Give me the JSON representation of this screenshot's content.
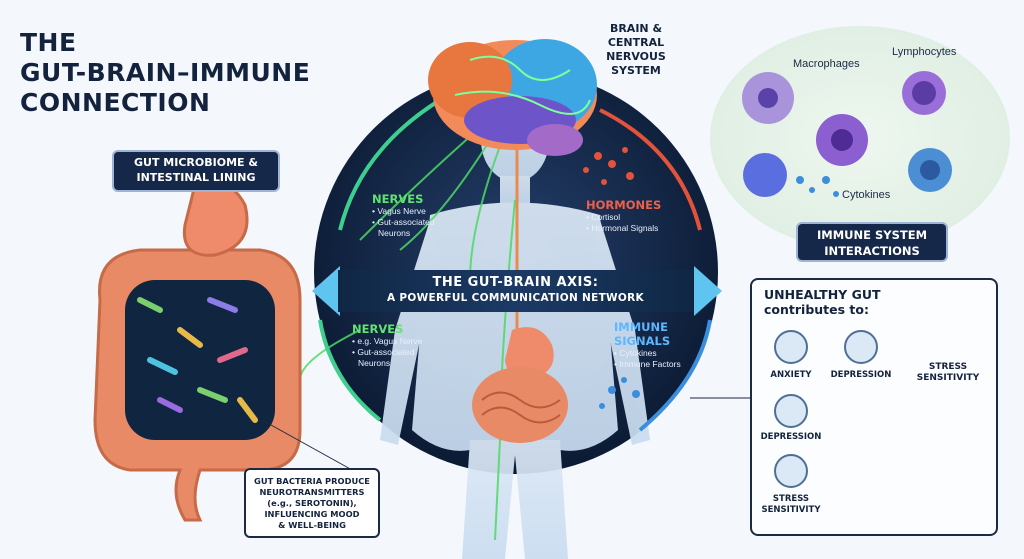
{
  "title": {
    "line1": "THE",
    "line2": "GUT-BRAIN–IMMUNE",
    "line3": "CONNECTION"
  },
  "gut_label": {
    "line1": "GUT MICROBIOME &",
    "line2": "INTESTINAL LINING"
  },
  "brain_label": {
    "line1": "BRAIN &",
    "line2": "CENTRAL",
    "line3": "NERVOUS",
    "line4": "SYSTEM"
  },
  "immune_cells": {
    "macrophages": "Macrophages",
    "lymphocytes": "Lymphocytes",
    "cytokines": "Cytokines"
  },
  "immune_label": {
    "line1": "IMMUNE SYSTEM",
    "line2": "INTERACTIONS"
  },
  "upper_nerves": {
    "title": "NERVES",
    "items": [
      "• Vagus Nerve",
      "• Gut-associated",
      "Neurons"
    ]
  },
  "hormones": {
    "title": "HORMONES",
    "items": [
      "• Cortisol",
      "• Hormonal Signals"
    ]
  },
  "axis": {
    "title": "THE GUT-BRAIN AXIS:",
    "subtitle": "A POWERFUL COMMUNICATION NETWORK"
  },
  "lower_nerves": {
    "title": "NERVES",
    "items": [
      "• e.g. Vagus Nerve",
      "• Gut-associated",
      "Neurons"
    ]
  },
  "immune_signals": {
    "title1": "IMMUNE",
    "title2": "SIGNALS",
    "items": [
      "• Cytokines",
      "• Immune Factors"
    ]
  },
  "bacteria_note": {
    "line1": "GUT BACTERIA PRODUCE",
    "line2": "NEUROTRANSMITTERS",
    "line3": "(e.g., SEROTONIN),",
    "line4": "INFLUENCING MOOD",
    "line5": "& WELL-BEING"
  },
  "unhealthy": {
    "title1": "UNHEALTHY GUT",
    "title2": "contributes to:",
    "anxiety": "ANXIETY",
    "depression_top": "DEPRESSION",
    "depression_left": "DEPRESSION",
    "stress_left1": "STRESS",
    "stress_left2": "SENSITIVITY",
    "stress_right1": "STRESS",
    "stress_right2": "SENSITIVITY"
  },
  "colors": {
    "navy": "#15284a",
    "nerve_green": "#4cd964",
    "hormone_red": "#e2533a",
    "immune_blue": "#3b8ddd",
    "gut_orange": "#e98a66"
  }
}
